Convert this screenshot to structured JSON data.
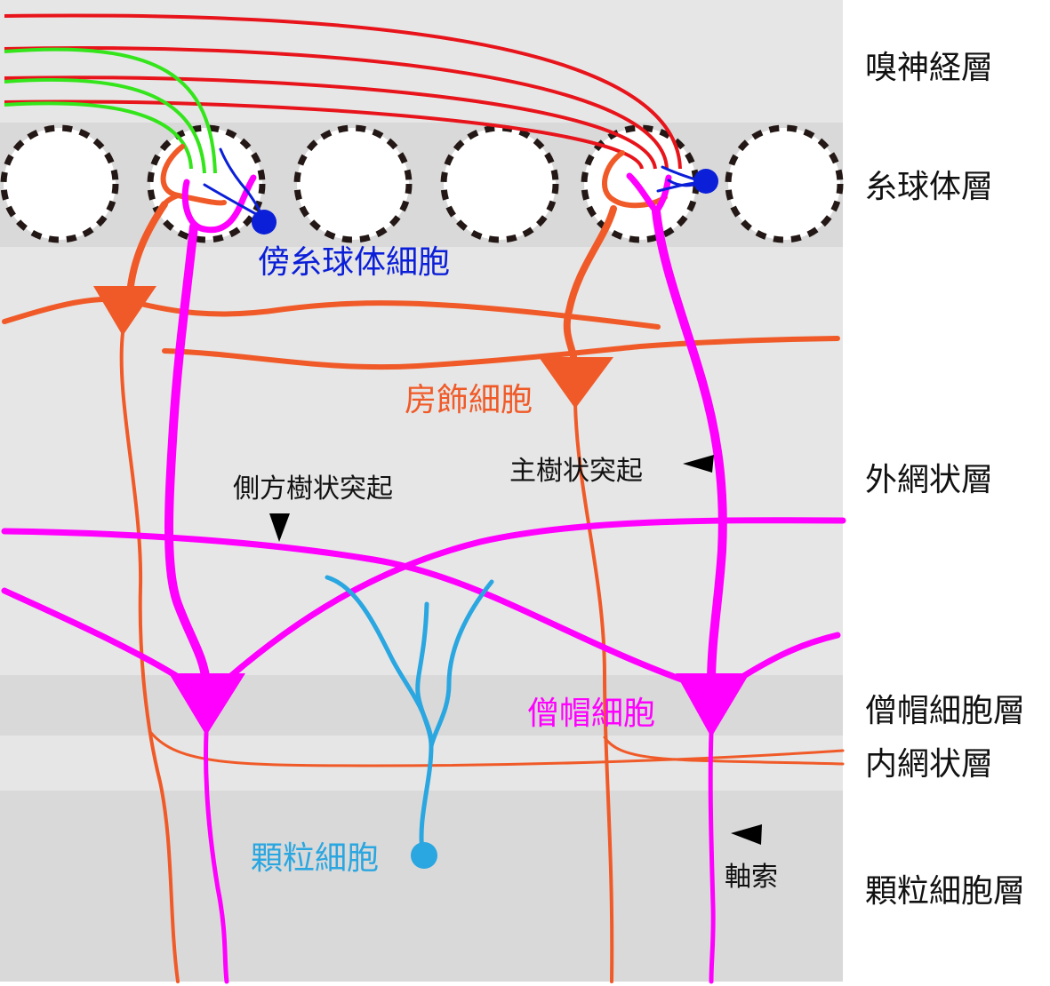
{
  "layers": [
    {
      "key": "olfactory_nerve",
      "label": "嗅神経層"
    },
    {
      "key": "glomerular",
      "label": "糸球体層"
    },
    {
      "key": "external_plexiform",
      "label": "外網状層"
    },
    {
      "key": "mitral_cell",
      "label": "僧帽細胞層"
    },
    {
      "key": "internal_plexiform",
      "label": "内網状層"
    },
    {
      "key": "granule_cell",
      "label": "顆粒細胞層"
    }
  ],
  "cells": {
    "periglomerular": "傍糸球体細胞",
    "tufted": "房飾細胞",
    "mitral": "僧帽細胞",
    "granule": "顆粒細胞"
  },
  "annotations": {
    "primary_dendrite": "主樹状突起",
    "lateral_dendrite": "側方樹状突起",
    "axon": "軸索"
  },
  "colors": {
    "olfactory_axon_red": "#e8141b",
    "olfactory_axon_green": "#33e51a",
    "tufted_orange": "#f05a28",
    "mitral_magenta": "#ff00ff",
    "periglomerular_blue": "#0b1fd8",
    "granule_cyan": "#2aa6e0",
    "band_light": "#e6e6e6",
    "band_dark": "#d9d9d9"
  }
}
